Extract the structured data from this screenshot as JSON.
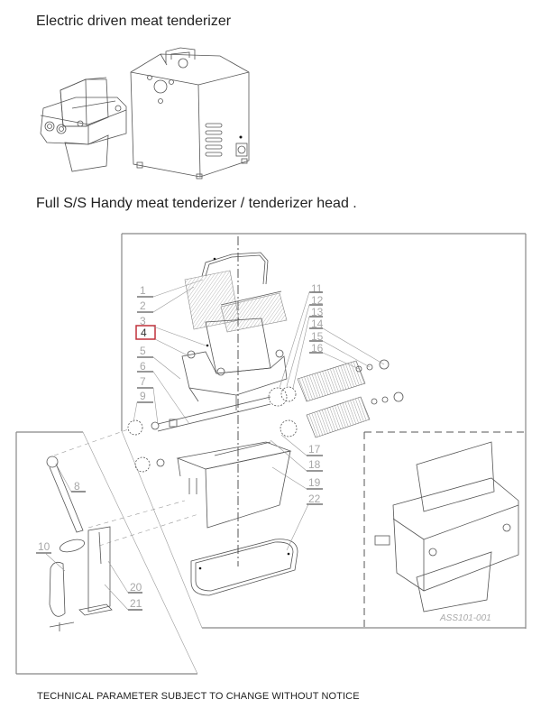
{
  "document": {
    "title_electric": "Electric driven meat tenderizer",
    "title_handy": "Full S/S Handy meat tenderizer / tenderizer head .",
    "footer_notice": "TECHNICAL PARAMETER SUBJECT TO CHANGE WITHOUT NOTICE"
  },
  "exploded_view": {
    "highlighted_part": "4",
    "highlight_color": "#c0303a",
    "part_labels_left": [
      "1",
      "2",
      "3",
      "4",
      "5",
      "6",
      "7",
      "9"
    ],
    "part_labels_right_top": [
      "11",
      "12",
      "13",
      "14",
      "15",
      "16"
    ],
    "part_labels_right_bottom": [
      "17",
      "18",
      "19",
      "22"
    ],
    "part_labels_crank": [
      "8",
      "10",
      "20",
      "21"
    ],
    "assembly_code": "ASS101-001"
  }
}
